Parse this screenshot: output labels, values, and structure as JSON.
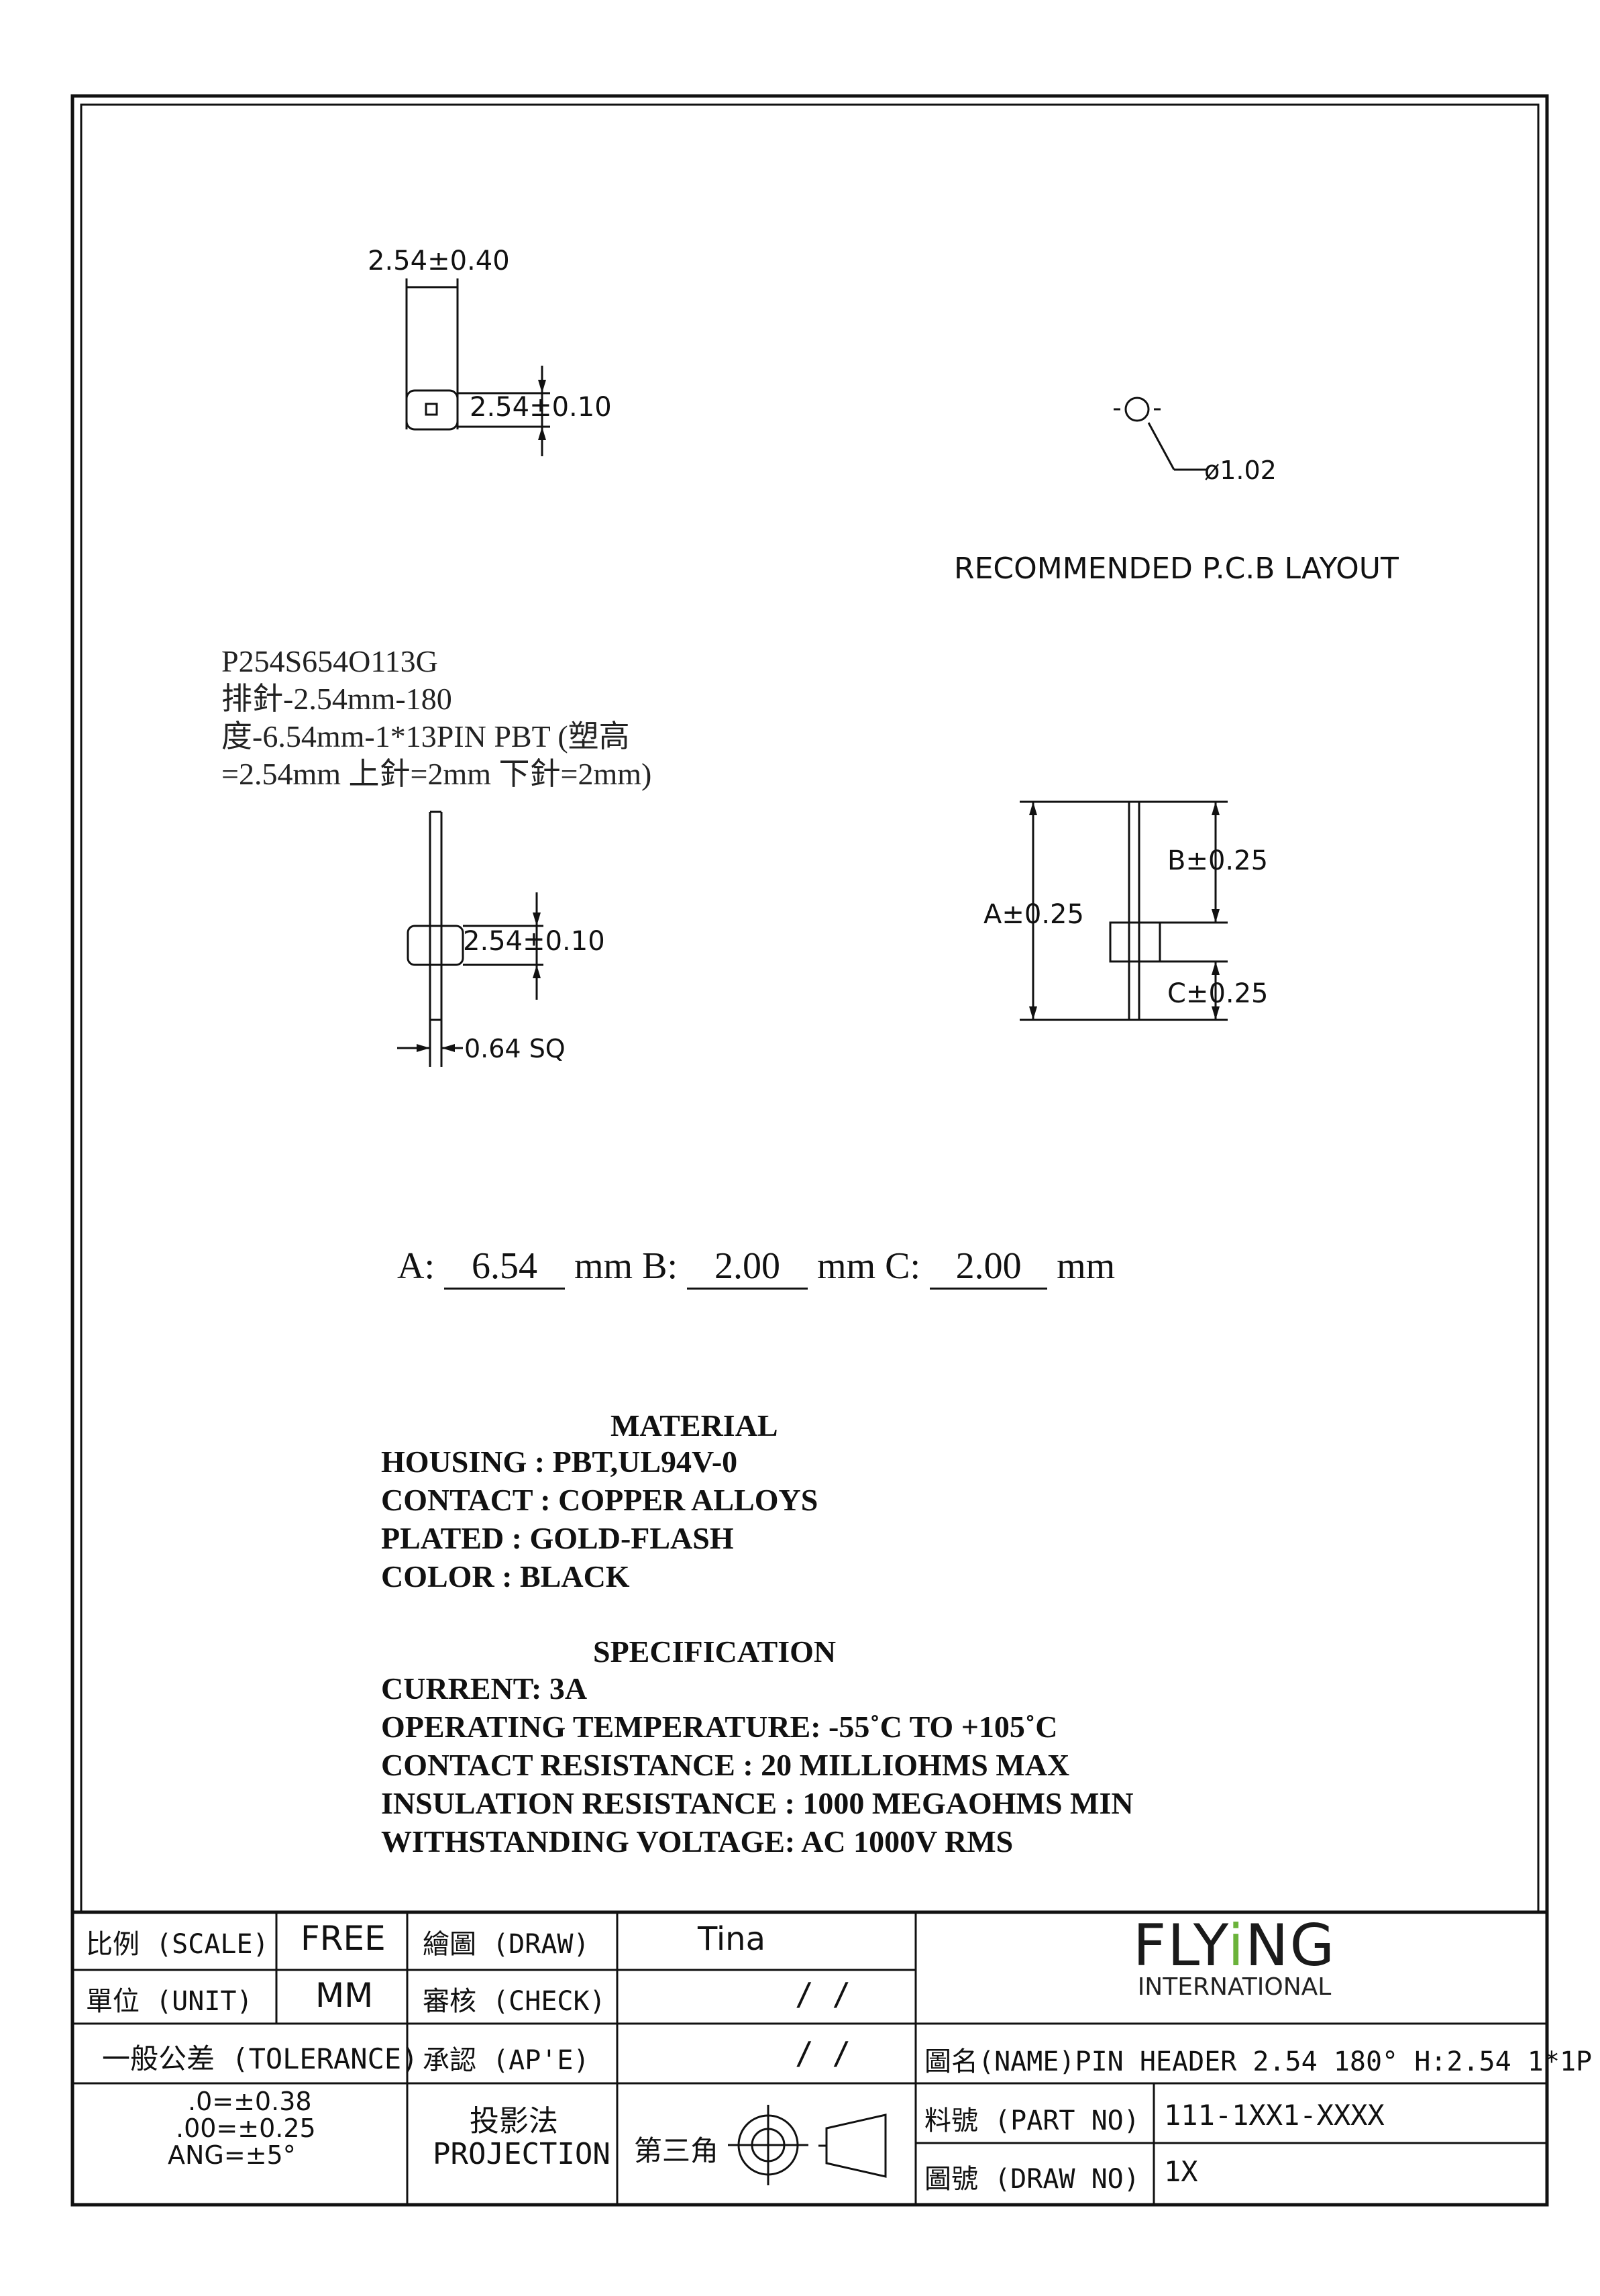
{
  "drawing": {
    "top_dim_width": "2.54±0.40",
    "top_dim_height": "2.54±0.10",
    "pcb_hole": "ø1.02",
    "pcb_layout_label": "RECOMMENDED P.C.B LAYOUT",
    "side_dim_housing": "2.54±0.10",
    "side_dim_pin": "0.64 SQ",
    "right_dim_a": "A±0.25",
    "right_dim_b": "B±0.25",
    "right_dim_c": "C±0.25"
  },
  "part_note": {
    "line1": "P254S654O113G",
    "line2": "排針-2.54mm-180",
    "line3": "度-6.54mm-1*13PIN PBT (塑高",
    "line4": "=2.54mm 上針=2mm 下針=2mm)"
  },
  "dimensions": {
    "a_label": "A:",
    "a_value": "6.54",
    "b_label": "mm B:",
    "b_value": "2.00",
    "c_label": "mm C:",
    "c_value": "2.00",
    "unit": "mm"
  },
  "material": {
    "title": "MATERIAL",
    "lines": [
      "HOUSING : PBT,UL94V-0",
      "CONTACT : COPPER ALLOYS",
      "PLATED : GOLD-FLASH",
      "COLOR : BLACK"
    ]
  },
  "specification": {
    "title": "SPECIFICATION",
    "lines": [
      "CURRENT: 3A",
      "OPERATING TEMPERATURE: -55˚C TO +105˚C",
      "CONTACT RESISTANCE : 20 MILLIOHMS MAX",
      "INSULATION RESISTANCE : 1000 MEGAOHMS MIN",
      "WITHSTANDING VOLTAGE: AC 1000V RMS"
    ]
  },
  "title_block": {
    "scale_label": "比例 (SCALE)",
    "scale_value": "FREE",
    "unit_label": "單位 (UNIT)",
    "unit_value": "MM",
    "tolerance_label": "一般公差 (TOLERANCE)",
    "tolerance_values": [
      ".0=±0.38",
      ".00=±0.25",
      "ANG=±5°"
    ],
    "draw_label": "繪圖 (DRAW)",
    "draw_value": "Tina",
    "check_label": "審核 (CHECK)",
    "check_value": "/ /",
    "approve_label": "承認 (AP'E)",
    "approve_value": "/ /",
    "projection_label_cn": "投影法",
    "projection_label_en": "PROJECTION",
    "projection_value": "第三角",
    "company_name": "FLYiNG",
    "company_sub": "INTERNATIONAL",
    "name_row": "圖名(NAME)PIN HEADER 2.54 180° H:2.54 1*1P",
    "part_no_label": "料號 (PART NO)",
    "part_no_value": "111-1XX1-XXXX",
    "draw_no_label": "圖號 (DRAW NO)",
    "draw_no_value": "1X",
    "brand_color_green": "#6bb33a"
  }
}
